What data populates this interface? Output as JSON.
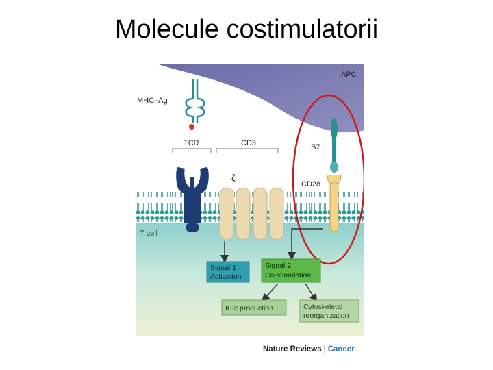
{
  "slide": {
    "title": "Molecule costimulatorii"
  },
  "diagram": {
    "labels": {
      "apc": "APC",
      "mhc_ag": "MHC–Ag",
      "tcr": "TCR",
      "cd3": "CD3",
      "zeta": "ζ",
      "b7": "B7",
      "cd28": "CD28",
      "t_cell": "T cell"
    },
    "boxes": {
      "signal1": [
        "Signal 1",
        "Activation"
      ],
      "signal2": [
        "Signal 2",
        "Co-stimulation"
      ],
      "il2": [
        "IL-2 production"
      ],
      "cytoskeletal": [
        "Cytoskeletal",
        "reorganization"
      ]
    },
    "colors": {
      "apc_cell": "#7c7cb0",
      "membrane": "#5bb7b5",
      "cytoplasm_top": "#8fd0cc",
      "tcr": "#1f3b73",
      "cd3": "#ecd9b0",
      "cd28": "#f3d58a",
      "b7": "#2a8f93",
      "signal1_box": "#2f9fb0",
      "signal2_box": "#5db84a",
      "highlight_ring": "#d01818"
    }
  },
  "credit": {
    "publisher": "Nature Reviews",
    "separator": "|",
    "journal": "Cancer"
  }
}
